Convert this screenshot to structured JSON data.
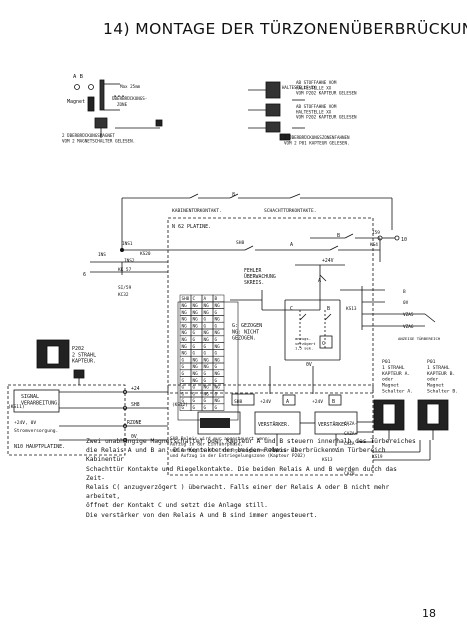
{
  "title": "14) MONTAGE DER TÜRZONENÜBERBRÜCKUNG",
  "page_number": "18",
  "legend": {
    "ab": "A  B",
    "magnet": "Magnet",
    "max25": "Max 25mm",
    "ueber": "ÜBERBRÜCKUNGS-",
    "zone": "ZONE",
    "sensors_text": "2 ÜBERBRÜCKUNGSMAGNET\nVOM 2 MAGNETSCHALTER GELESEN.",
    "right_top": "AB STOFFAHNE VOM\nHALTESTELLE XX\nVOM P202 KAPTEUR GELESEN",
    "haltestelle": "HALTESTELLE XX",
    "right_mid": "AB STOFFAHNE VOM\nHALTESTELLE XX\nVOM P202 KAPTEUR GELESEN",
    "right_bottom": "2 ÜBERBRÜCKUNGSZONENFAHNEN\nVOM 2 P01 KAPTEUR GELESEN."
  },
  "schematic": {
    "kabinentuer": "KABINENTÜRKONTAKT.",
    "schachttuer": "SCHACHTTÜRKONTAKTE.",
    "n62": "N 62 PLATINE.",
    "ins1": "INS1",
    "ins": "INS",
    "ins2": "INS2",
    "ks20": "KS20",
    "kk57": "KK 57",
    "si59": "SI/59",
    "kc32": "KC32",
    "six": "6",
    "sh8_top": "SH8",
    "i59": "I59",
    "ks4": "KS4",
    "ten": "10",
    "b": "B",
    "a": "A",
    "c": "C",
    "plus24": "+24V",
    "zero_v": "0V",
    "fehler": "FEHLER\nÜBERWACHUNG\nSKREIS.",
    "g_gezogen": "G: GEZOGEN\nNG: NICHT\nGEZOGEN.",
    "anzugsverz": "anzugs-\nverzögert\n1,5 sek.",
    "ks13": "KS13",
    "out_b": "B",
    "out_0v": "0V",
    "out_a": "A",
    "vza5": "VZA5",
    "vza6": "VZA6",
    "anzeige": "ANZEIGE TÜRBEREICH",
    "p01a": "P01\n1 STRAHL\nKAPTEUR A.\noder\nMagnet\nSchalter A.",
    "p01b": "P01\n1 STRAHL\nKAPTEUR B.\noder\nMagnet\nSchalter B.",
    "p202": "P202\n2 STRAHL\nKAPTEUR.",
    "signal": "SIGNAL\nVERARBEITUNG.",
    "ks11": "(KS11)",
    "plus24_0v": "+24V, 0V",
    "stromvers": "Stromversorgung.",
    "n10": "N10 HAUPTPLATINE.",
    "plus24_left": "+24",
    "sh8_left": "SH8",
    "rzone": "RZONE",
    "ov_left": "0V",
    "ks12": "(KS12)",
    "sh8_box": "SH8",
    "plus24_a": "+24V",
    "plus24_b": "+24V",
    "relay_a": "A",
    "relay_b": "B",
    "verst1": "VERSTÄRKER.",
    "verst2": "VERSTÄRKER.",
    "ov1": "0V",
    "ov2": "0V",
    "ks13b": "KS13",
    "caza": "CAZA-",
    "caza_plus": "CAZA+",
    "caza_a": "CAZA",
    "caza_b": "CAZB",
    "ks19": "KS19",
    "note": "SH8 Relais wird nur angesteuert wenn:\nAufzug in der Einfahrphase,\nund Aufzug in der Entriegelungszone (Kapteur A)\nund Aufzug in der Entriegelungszone (Kapteur P202)",
    "table_head": [
      "SH8",
      "C",
      "A",
      "B"
    ],
    "table_rows": [
      [
        "NG",
        "NG",
        "NG",
        "NG"
      ],
      [
        "NG",
        "NG",
        "NG",
        "G"
      ],
      [
        "NG",
        "NG",
        "G",
        "NG"
      ],
      [
        "NG",
        "NG",
        "G",
        "G"
      ],
      [
        "NG",
        "G",
        "NG",
        "NG"
      ],
      [
        "NG",
        "G",
        "NG",
        "G"
      ],
      [
        "NG",
        "G",
        "G",
        "NG"
      ],
      [
        "NG",
        "G",
        "G",
        "G"
      ],
      [
        "G",
        "NG",
        "NG",
        "NG"
      ],
      [
        "G",
        "NG",
        "NG",
        "G"
      ],
      [
        "G",
        "NG",
        "G",
        "NG"
      ],
      [
        "G",
        "NG",
        "G",
        "G"
      ],
      [
        "G",
        "G",
        "NG",
        "NG"
      ],
      [
        "G",
        "G",
        "NG",
        "G"
      ],
      [
        "G",
        "G",
        "G",
        "NG"
      ],
      [
        "G",
        "G",
        "G",
        "G"
      ]
    ]
  },
  "description": "Zwei unabhängige Magnetschalter oder Kapteur A und B steuern innerhalb des Türbereiches\ndie Relais A und B an. Die Kontakte der beiden Relais überbrücken im Türbereich Kabinentür\nSchachttür Kontakte und Riegelkontakte. Die beiden Relais A und B werden durch das Zeit-\nRelais C( anzugverzögert ) überwacht. Falls einer der Relais A oder B nicht mehr arbeitet,\nöffnet der Kontakt C und setzt die Anlage still.\nDie verstärker von den Relais A und B sind immer angesteuert."
}
